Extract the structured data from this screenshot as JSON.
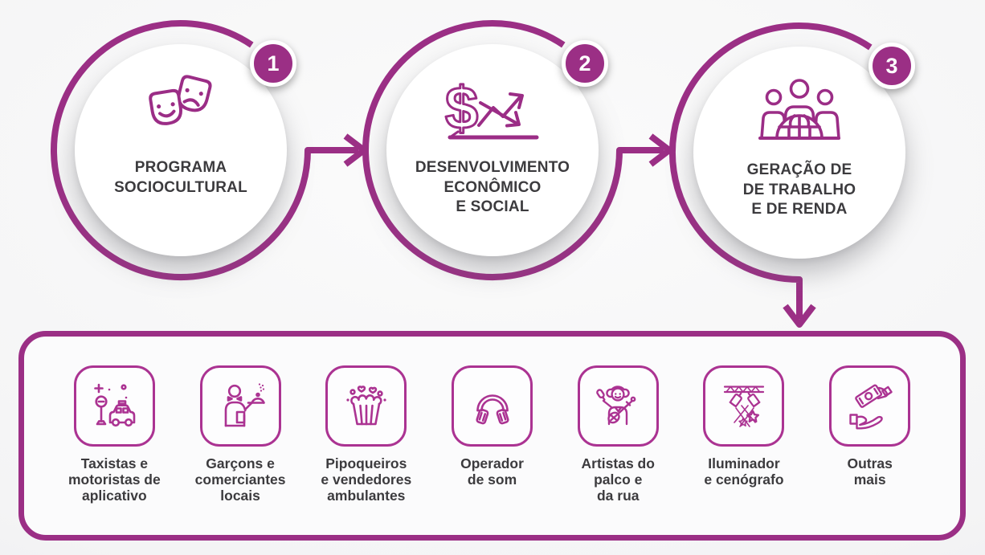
{
  "colors": {
    "magenta": "#9b2f85",
    "pink": "#ab3392",
    "icon_magenta": "#9b2d86",
    "text": "#3c3b3e",
    "circle_background": "#ffffff",
    "page_background": "#f4f4f5"
  },
  "steps": [
    {
      "number": "1",
      "title": "PROGRAMA\nSOCIOCULTURAL",
      "icon": "theater-masks-icon"
    },
    {
      "number": "2",
      "title": "DESENVOLVIMENTO\nECONÔMICO\nE SOCIAL",
      "icon": "dollar-growth-icon",
      "dollar_glyph": "$"
    },
    {
      "number": "3",
      "title": "GERAÇÃO DE\nDE TRABALHO\nE DE RENDA",
      "icon": "people-globe-icon"
    }
  ],
  "jobs": [
    {
      "label": "Taxistas e\nmotoristas de\naplicativo",
      "icon": "taxi-stand-icon"
    },
    {
      "label": "Garçons e\ncomerciantes\nlocais",
      "icon": "waiter-icon"
    },
    {
      "label": "Pipoqueiros\ne vendedores\nambulantes",
      "icon": "popcorn-icon"
    },
    {
      "label": "Operador\nde som",
      "icon": "headphones-icon"
    },
    {
      "label": "Artistas do\npalco e\nda rua",
      "icon": "performer-icon"
    },
    {
      "label": "Iluminador\ne cenógrafo",
      "icon": "stage-lights-icon"
    },
    {
      "label": "Outras\nmais",
      "icon": "money-hand-icon"
    }
  ]
}
